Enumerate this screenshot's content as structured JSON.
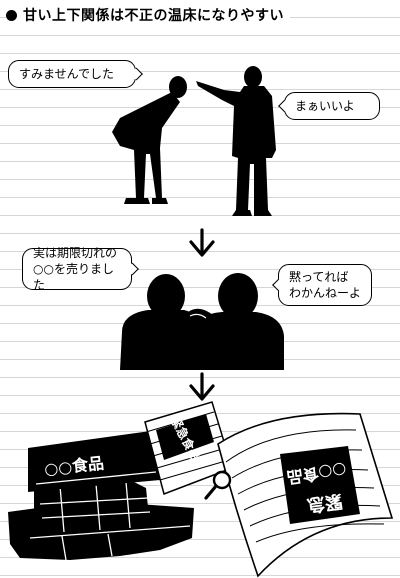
{
  "title": "甘い上下関係は不正の温床になりやすい",
  "bubbles": {
    "apology": "すみませんでした",
    "boss_reply": "まぁいいよ",
    "confess_line1": "実は期限切れの",
    "confess_line2": "○○を売りました",
    "hush_line1": "黙ってれば",
    "hush_line2": "わかんねーよ"
  },
  "store_sign": "○○食品",
  "newspaper_small": "緊急食品",
  "newspaper_large_1": "緊急",
  "newspaper_large_2": "○○食品",
  "colors": {
    "ink": "#000000",
    "paper": "#ffffff",
    "rule": "#d6d6d6"
  }
}
